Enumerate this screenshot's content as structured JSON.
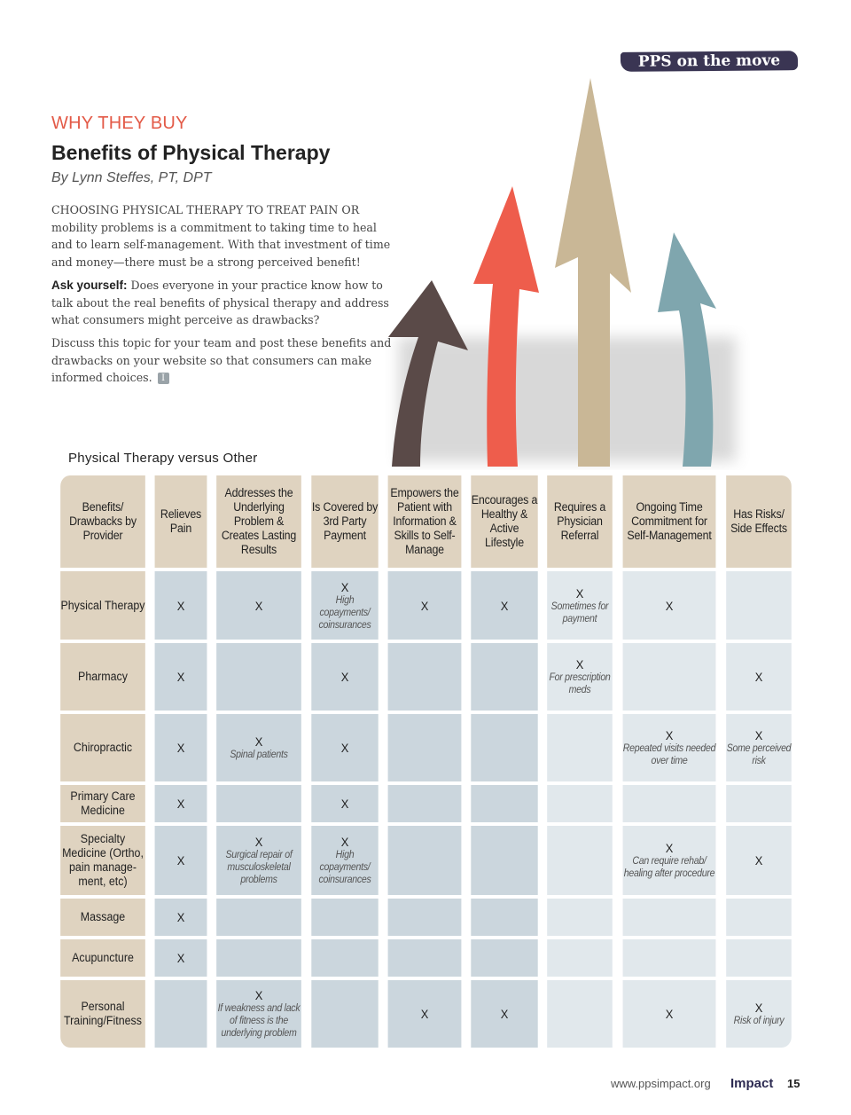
{
  "badge": "PPS on the move",
  "kicker": "WHY THEY BUY",
  "title": "Benefits of Physical Therapy",
  "byline": "By Lynn Steffes, PT, DPT",
  "paragraphs": {
    "p1": "CHOOSING PHYSICAL THERAPY TO TREAT PAIN OR mobility problems is a commitment to taking time to heal and to learn self-management. With that investment of time and money—there must be a strong perceived benefit!",
    "p2_lead": "Ask yourself:",
    "p2": " Does everyone in your practice know how to talk about the real benefits of physical therapy and address what consumers might perceive as drawbacks?",
    "p3": "Discuss this topic for your team and post these benefits and drawbacks on your website so that consumers can make informed choices.",
    "end_mark": "I"
  },
  "colors": {
    "arrow_brown": "#5a4a48",
    "arrow_red": "#ee5d4c",
    "arrow_tan": "#c9b796",
    "arrow_teal": "#7fa6ae",
    "header_bg": "#dfd3c0"
  },
  "table": {
    "title": "Physical Therapy versus Other",
    "headers": [
      "Benefits/ Drawbacks by Provider",
      "Relieves Pain",
      "Addresses the Underlying Problem & Creates Lasting Results",
      "Is Covered by 3rd Party Payment",
      "Empowers the Patient with Information & Skills to Self-Manage",
      "Encourages a Healthy & Active Lifestyle",
      "Requires a Physician Referral",
      "Ongoing Time Commitment for Self-Management",
      "Has Risks/ Side Effects"
    ],
    "rows": [
      {
        "provider": "Physical Therapy",
        "cells": [
          {
            "mark": "X"
          },
          {
            "mark": "X"
          },
          {
            "mark": "X",
            "note": "High copayments/ coinsurances"
          },
          {
            "mark": "X"
          },
          {
            "mark": "X"
          },
          {
            "mark": "X",
            "note": "Sometimes for payment"
          },
          {
            "mark": "X"
          },
          {}
        ]
      },
      {
        "provider": "Pharmacy",
        "cells": [
          {
            "mark": "X"
          },
          {},
          {
            "mark": "X"
          },
          {},
          {},
          {
            "mark": "X",
            "note": "For prescription meds"
          },
          {},
          {
            "mark": "X"
          }
        ]
      },
      {
        "provider": "Chiropractic",
        "cells": [
          {
            "mark": "X"
          },
          {
            "mark": "X",
            "note": "Spinal patients"
          },
          {
            "mark": "X"
          },
          {},
          {},
          {},
          {
            "mark": "X",
            "note": "Repeated visits needed over time"
          },
          {
            "mark": "X",
            "note": "Some perceived risk"
          }
        ]
      },
      {
        "provider": "Primary Care Medicine",
        "cells": [
          {
            "mark": "X"
          },
          {},
          {
            "mark": "X"
          },
          {},
          {},
          {},
          {},
          {}
        ]
      },
      {
        "provider": "Specialty Medicine (Ortho, pain manage-ment, etc)",
        "cells": [
          {
            "mark": "X"
          },
          {
            "mark": "X",
            "note": "Surgical repair of musculoskeletal problems"
          },
          {
            "mark": "X",
            "note": "High copayments/ coinsurances"
          },
          {},
          {},
          {},
          {
            "mark": "X",
            "note": "Can require rehab/ healing after procedure"
          },
          {
            "mark": "X"
          }
        ]
      },
      {
        "provider": "Massage",
        "cells": [
          {
            "mark": "X"
          },
          {},
          {},
          {},
          {},
          {},
          {},
          {}
        ]
      },
      {
        "provider": "Acupuncture",
        "cells": [
          {
            "mark": "X"
          },
          {},
          {},
          {},
          {},
          {},
          {},
          {}
        ]
      },
      {
        "provider": "Personal Training/Fitness",
        "cells": [
          {},
          {
            "mark": "X",
            "note": "If weakness and lack of fitness is the underlying problem"
          },
          {},
          {
            "mark": "X"
          },
          {
            "mark": "X"
          },
          {},
          {
            "mark": "X"
          },
          {
            "mark": "X",
            "note": "Risk of injury"
          }
        ]
      }
    ]
  },
  "footer": {
    "url": "www.ppsimpact.org",
    "magazine": "Impact",
    "page": "15"
  }
}
